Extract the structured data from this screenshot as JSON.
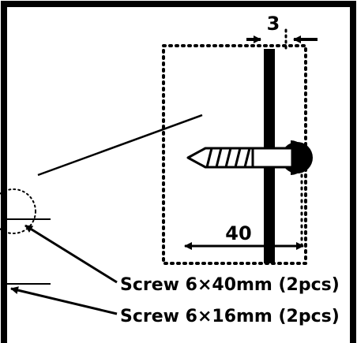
{
  "diagram": {
    "dimension_width": "3",
    "dimension_length": "40",
    "callouts": [
      "Screw 6×40mm (2pcs)",
      "Screw 6×16mm (2pcs)"
    ],
    "colors": {
      "ink": "#000000",
      "background": "#ffffff"
    }
  }
}
